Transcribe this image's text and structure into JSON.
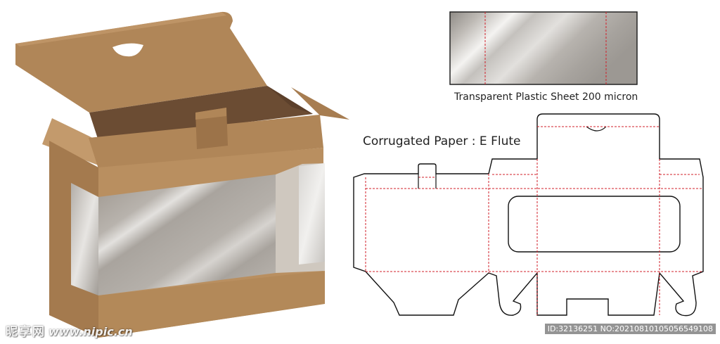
{
  "labels": {
    "sheet": "Transparent Plastic Sheet 200 micron",
    "paper": "Corrugated Paper : E Flute"
  },
  "watermark": {
    "site_cn": "昵享网",
    "site_url": "www.nipic.cn",
    "image_id": "ID:32136251 NO:20210810105056549108"
  },
  "colors": {
    "kraft": "#b08658",
    "kraft_dark": "#8a6541",
    "kraft_light": "#c49a6c",
    "interior": "#735339",
    "cut_line": "#111111",
    "fold_line": "#d11f2a"
  },
  "icons": [
    "box-illustration-icon",
    "plastic-sheet-icon",
    "dieline-icon"
  ]
}
